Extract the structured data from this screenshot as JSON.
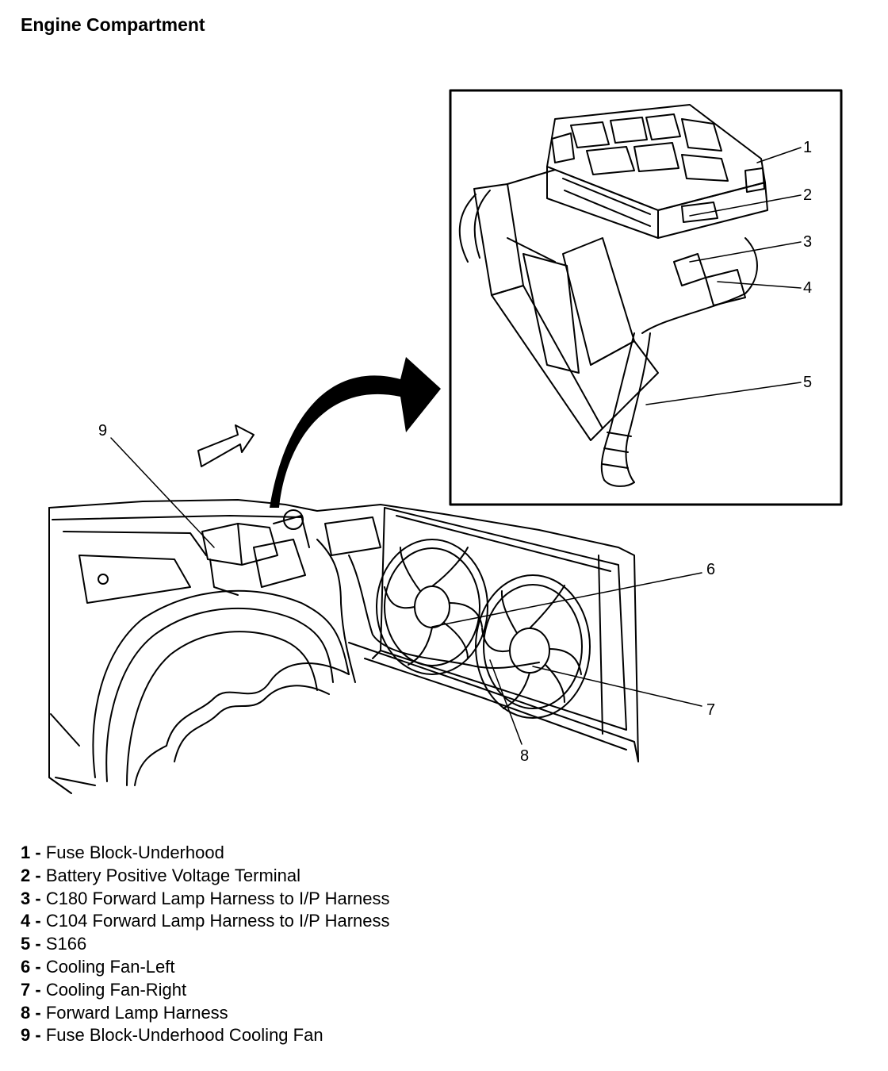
{
  "title": "Engine Compartment",
  "callouts": {
    "c1": "1",
    "c2": "2",
    "c3": "3",
    "c4": "4",
    "c5": "5",
    "c6": "6",
    "c7": "7",
    "c8": "8",
    "c9": "9"
  },
  "legend": [
    {
      "num": "1",
      "sep": " - ",
      "label": "Fuse Block-Underhood"
    },
    {
      "num": "2",
      "sep": " - ",
      "label": "Battery Positive Voltage Terminal"
    },
    {
      "num": "3",
      "sep": " - ",
      "label": "C180 Forward Lamp Harness to I/P Harness"
    },
    {
      "num": "4",
      "sep": " - ",
      "label": "C104 Forward Lamp Harness to I/P Harness"
    },
    {
      "num": "5",
      "sep": " - ",
      "label": "S166"
    },
    {
      "num": "6",
      "sep": " - ",
      "label": "Cooling Fan-Left"
    },
    {
      "num": "7",
      "sep": " - ",
      "label": "Cooling Fan-Right"
    },
    {
      "num": "8",
      "sep": " - ",
      "label": "Forward Lamp Harness"
    },
    {
      "num": "9",
      "sep": " - ",
      "label": "Fuse Block-Underhood Cooling Fan"
    }
  ]
}
